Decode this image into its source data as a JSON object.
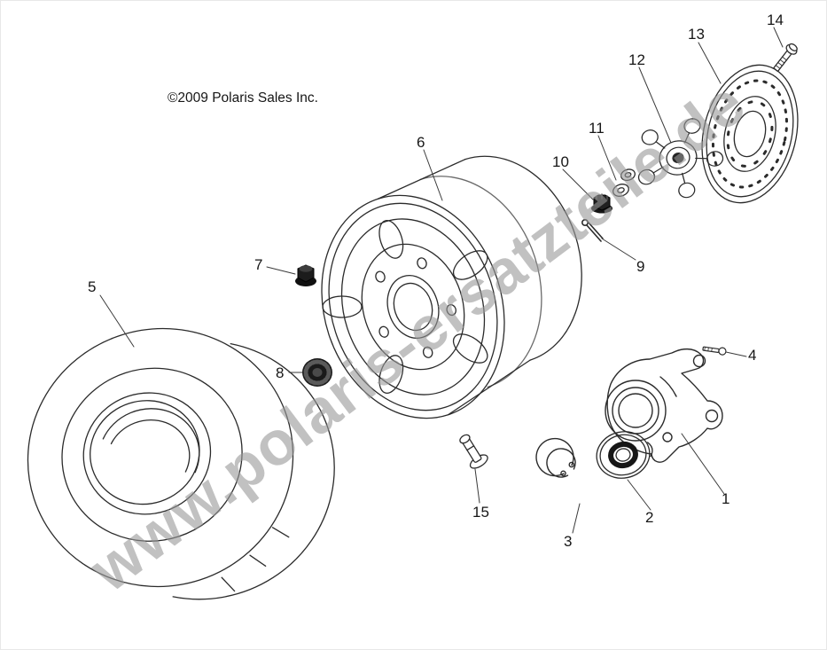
{
  "page": {
    "copyright": "©2009 Polaris Sales Inc.",
    "watermark": "www.polaris-ersatzteile.de"
  },
  "colors": {
    "background": "#ffffff",
    "line_art": "#2b2b2b",
    "watermark_gray": "#989898"
  },
  "parts": [
    {
      "label": "1"
    },
    {
      "label": "2"
    },
    {
      "label": "3"
    },
    {
      "label": "4"
    },
    {
      "label": "5"
    },
    {
      "label": "6"
    },
    {
      "label": "7"
    },
    {
      "label": "8"
    },
    {
      "label": "9"
    },
    {
      "label": "10"
    },
    {
      "label": "11"
    },
    {
      "label": "12"
    },
    {
      "label": "13"
    },
    {
      "label": "14"
    },
    {
      "label": "15"
    }
  ]
}
